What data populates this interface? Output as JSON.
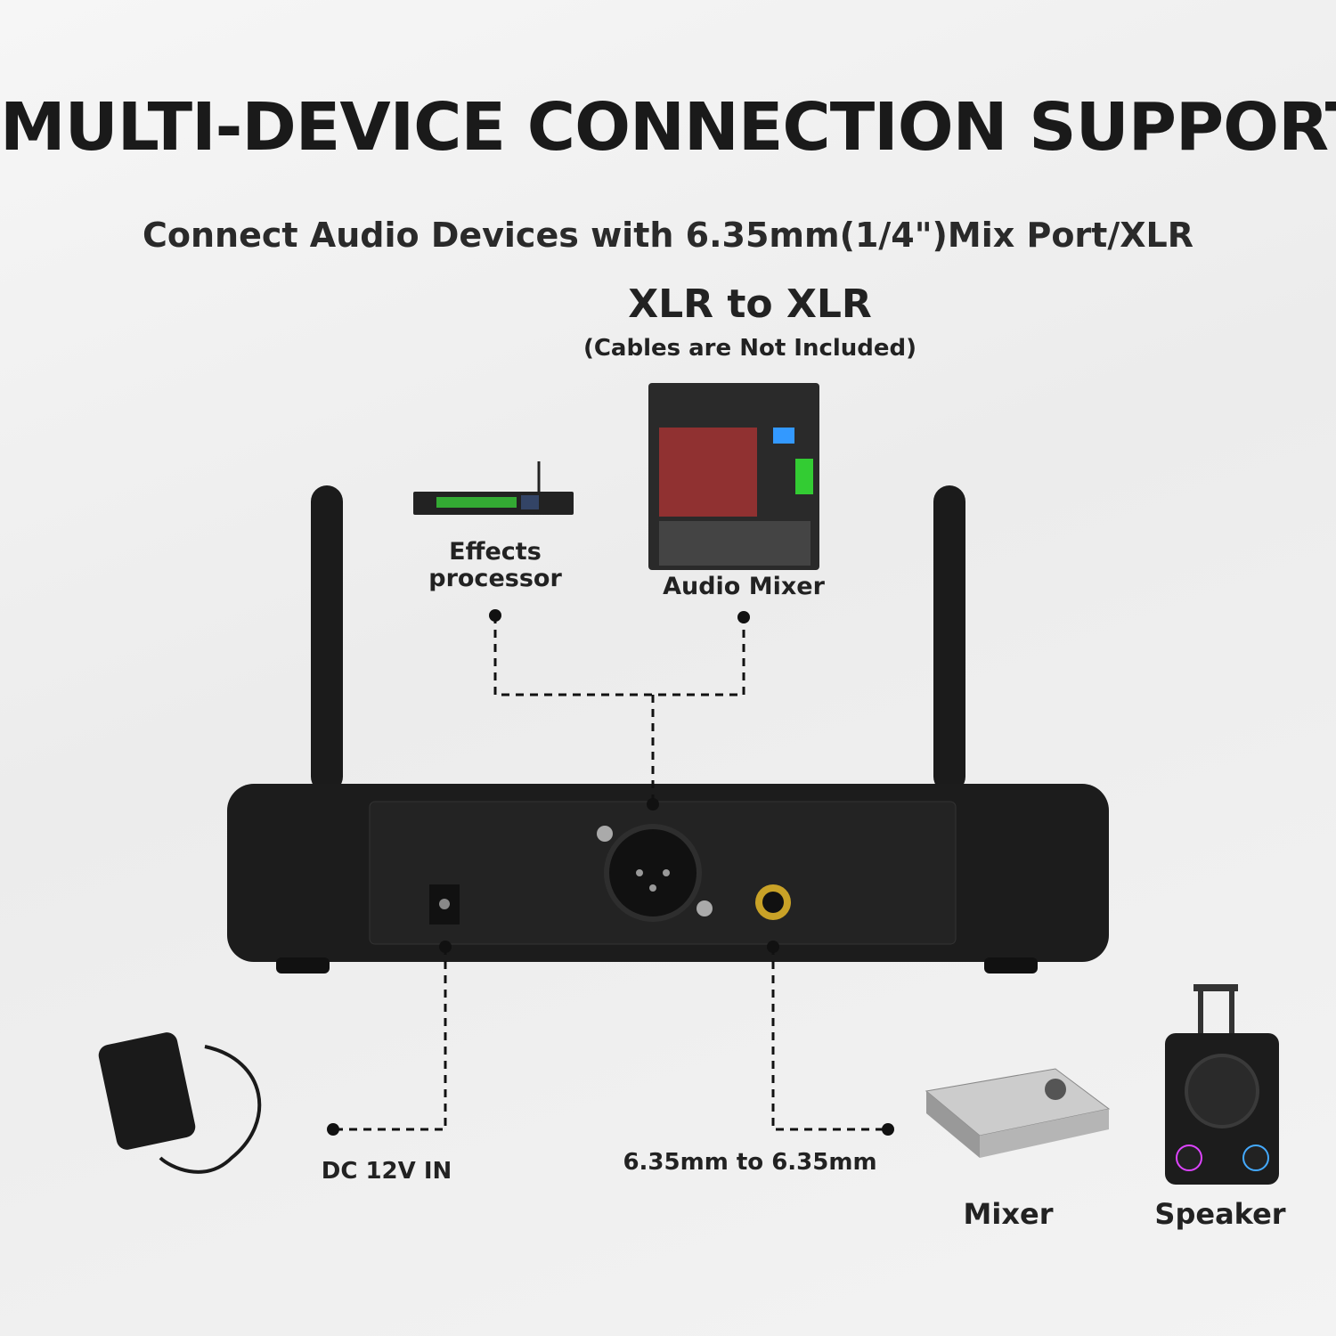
{
  "title": "MULTI-DEVICE CONNECTION SUPPORT",
  "subtitle": "Connect Audio Devices with 6.35mm(1/4\")Mix Port/XLR",
  "xlr_heading": "XLR to XLR",
  "xlr_note": "(Cables are Not Included)",
  "devices": {
    "effects_processor": "Effects\nprocessor",
    "audio_mixer": "Audio Mixer",
    "mixer": "Mixer",
    "speaker": "Speaker"
  },
  "connections": {
    "dc": "DC 12V IN",
    "jack": "6.35mm to 6.35mm"
  },
  "colors": {
    "text": "#1a1a1a",
    "receiver": "#1c1c1c",
    "gold": "#c9a227"
  }
}
